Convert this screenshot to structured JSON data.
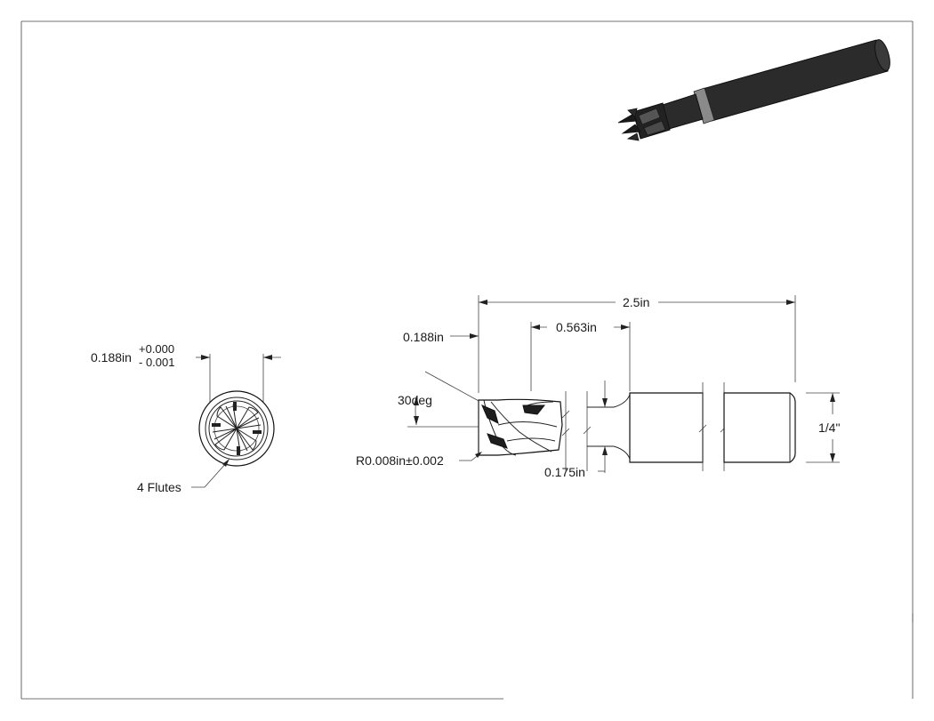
{
  "dimensions": {
    "overall_length": "2.5in",
    "tip_diameter": "0.188in",
    "flute_length": "0.563in",
    "neck_diameter": "0.175in",
    "shank_diameter": "1/4\"",
    "chamfer_angle": "30deg",
    "corner_radius": "R0.008in±0.002",
    "end_view_diameter": "0.188in",
    "tolerance_upper": "+0.000",
    "tolerance_lower": "- 0.001",
    "flute_count": "4 Flutes"
  },
  "colors": {
    "line": "#222222",
    "part_fill": "#ffffff",
    "render_dark": "#2a2a2a",
    "render_band": "#8a8a8a"
  }
}
